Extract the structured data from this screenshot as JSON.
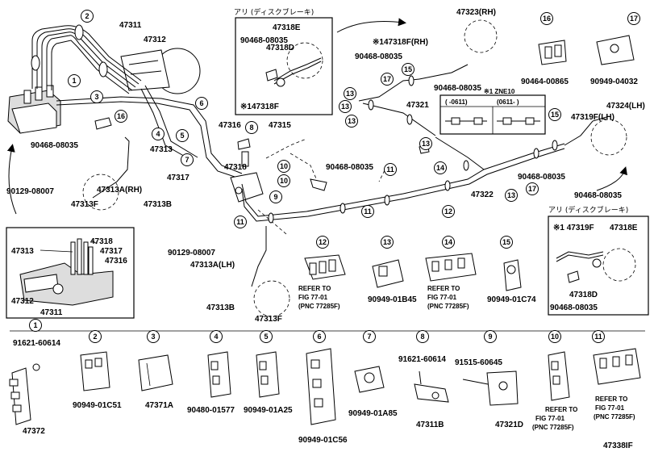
{
  "diagram_id": "47338IF",
  "callouts": {
    "c1": "1",
    "c2": "2",
    "c3": "3",
    "c4": "4",
    "c5": "5",
    "c6": "6",
    "c7": "7",
    "c8": "8",
    "c9": "9",
    "c10": "10",
    "c11": "11",
    "c12": "12",
    "c13": "13",
    "c14": "14",
    "c15": "15",
    "c16": "16",
    "c17": "17"
  },
  "parts": {
    "p47311": "47311",
    "p47312": "47312",
    "p47313": "47313",
    "p47316": "47316",
    "p47315": "47315",
    "p47317": "47317",
    "p47318": "47318",
    "p47313A_RH": "47313A(RH)",
    "p47313A_LH": "47313A(LH)",
    "p47313F": "47313F",
    "p47313B": "47313B",
    "p47318E": "47318E",
    "p47318D": "47318D",
    "p147318F": "※147318F",
    "p147318F_RH": "※147318F(RH)",
    "p47323_RH": "47323(RH)",
    "p47321": "47321",
    "p47322": "47322",
    "p47319F_LH": "47319F(LH)",
    "p47324_LH": "47324(LH)",
    "p147319F": "※1 47319F",
    "p47371A": "47371A",
    "p47372": "47372",
    "p47311B": "47311B",
    "p47321D": "47321D",
    "b90468_08035": "90468-08035",
    "b90129_08007": "90129-08007",
    "b90464_00865": "90464-00865",
    "b90949_04032": "90949-04032",
    "b90949_01B45": "90949-01B45",
    "b90949_01C74": "90949-01C74",
    "b91621_60614": "91621-60614",
    "b91515_60645": "91515-60645",
    "b90949_01C51": "90949-01C51",
    "b90480_01577": "90480-01577",
    "b90949_01A25": "90949-01A25",
    "b90949_01C56": "90949-01C56",
    "b90949_01A85": "90949-01A85"
  },
  "notes": {
    "disc_brake": "アリ (ディスクブレーキ)",
    "zne10": "※1 ZNE10",
    "zne_before": "(    -0611)",
    "zne_after": "(0611-    )",
    "refer_to": "REFER TO",
    "fig": "FIG 77-01",
    "pnc": "(PNC 77285F)"
  }
}
